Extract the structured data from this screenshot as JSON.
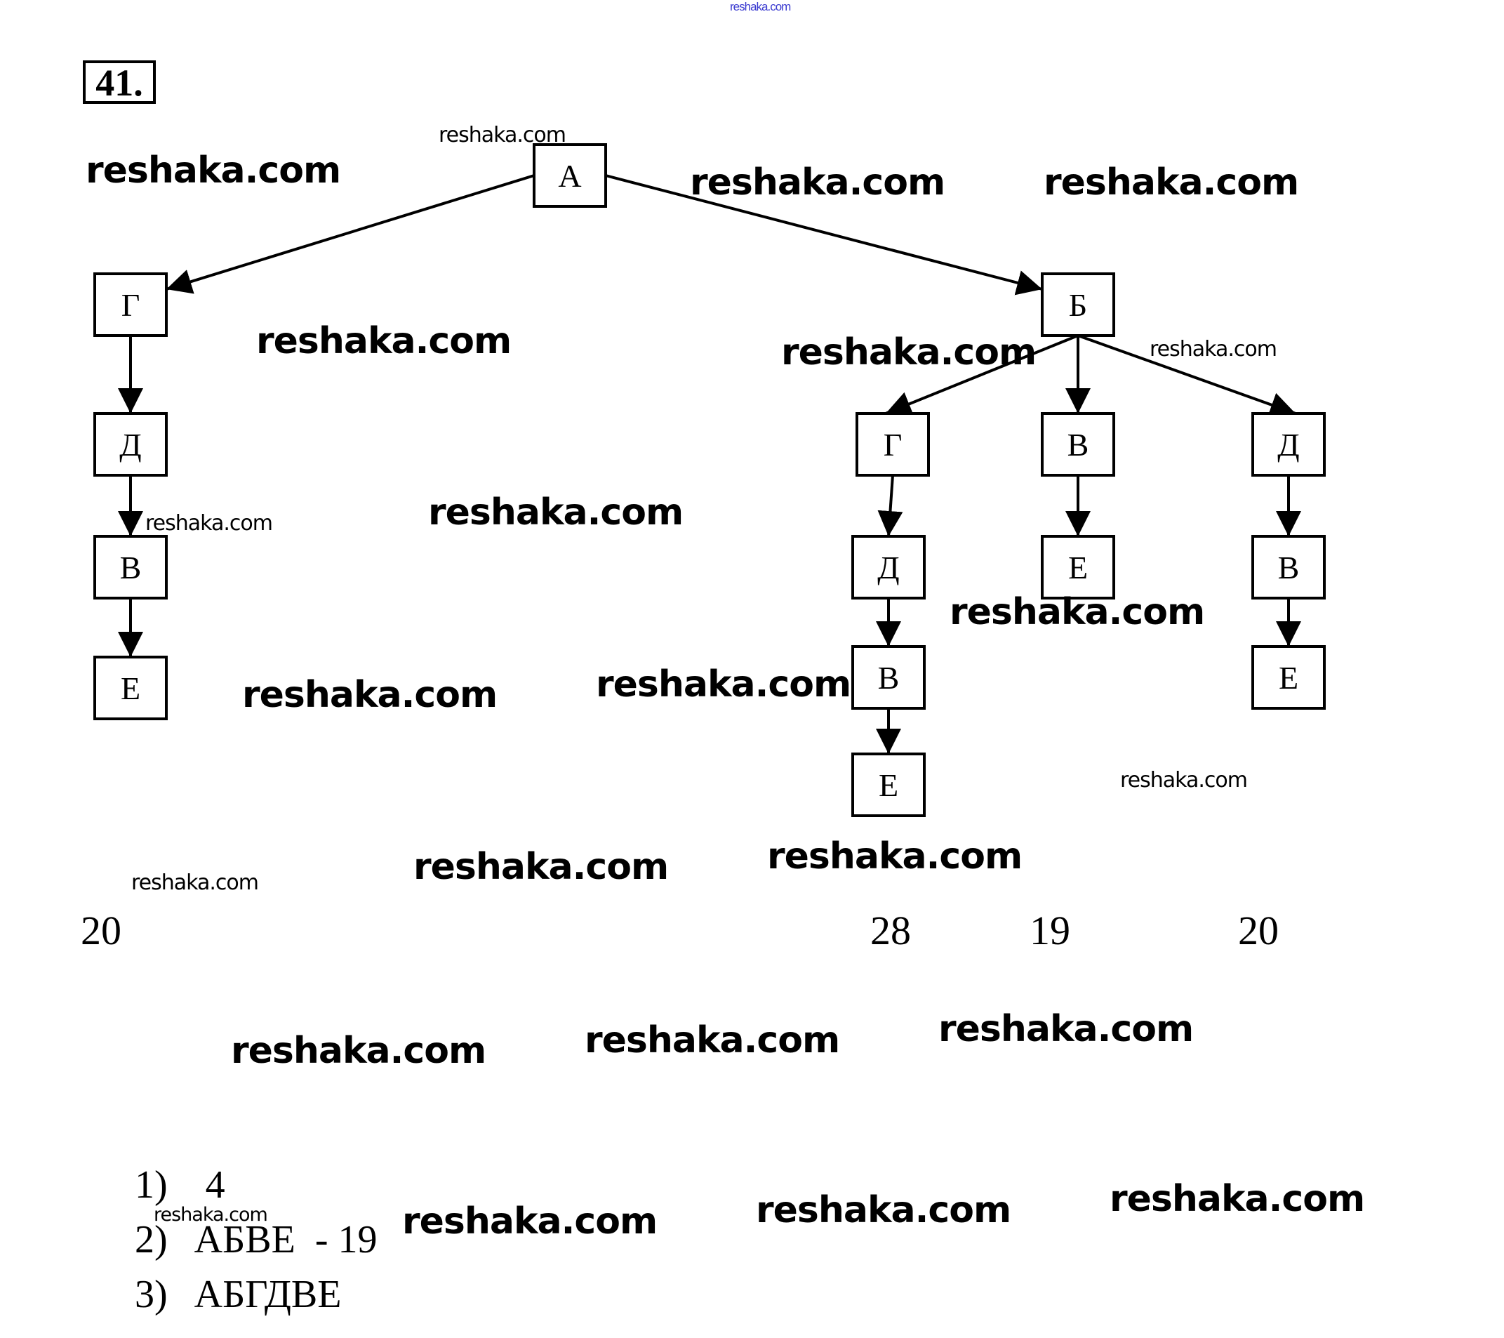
{
  "header": {
    "task_number": "41.",
    "top_watermark": "reshaka.com"
  },
  "watermark_text": "reshaka.com",
  "tree": {
    "nodes": [
      {
        "id": "A",
        "label": "А"
      },
      {
        "id": "G1",
        "label": "Г"
      },
      {
        "id": "D1",
        "label": "Д"
      },
      {
        "id": "V1",
        "label": "В"
      },
      {
        "id": "E1",
        "label": "Е"
      },
      {
        "id": "B",
        "label": "Б"
      },
      {
        "id": "G2",
        "label": "Г"
      },
      {
        "id": "D2",
        "label": "Д"
      },
      {
        "id": "V2",
        "label": "В"
      },
      {
        "id": "E2",
        "label": "Е"
      },
      {
        "id": "V3",
        "label": "В"
      },
      {
        "id": "E3",
        "label": "Е"
      },
      {
        "id": "D3",
        "label": "Д"
      },
      {
        "id": "V4",
        "label": "В"
      },
      {
        "id": "E4",
        "label": "Е"
      }
    ],
    "edges": [
      [
        "A",
        "G1"
      ],
      [
        "G1",
        "D1"
      ],
      [
        "D1",
        "V1"
      ],
      [
        "V1",
        "E1"
      ],
      [
        "A",
        "B"
      ],
      [
        "B",
        "G2"
      ],
      [
        "G2",
        "D2"
      ],
      [
        "D2",
        "V2"
      ],
      [
        "V2",
        "E2"
      ],
      [
        "B",
        "V3"
      ],
      [
        "V3",
        "E3"
      ],
      [
        "B",
        "D3"
      ],
      [
        "D3",
        "V4"
      ],
      [
        "V4",
        "E4"
      ]
    ],
    "path_totals": [
      "20",
      "28",
      "19",
      "20"
    ]
  },
  "answers": [
    {
      "num": "1)",
      "text": "4"
    },
    {
      "num": "2)",
      "text": "АБВЕ  - 19"
    },
    {
      "num": "3)",
      "text": "АБГДВЕ"
    }
  ]
}
